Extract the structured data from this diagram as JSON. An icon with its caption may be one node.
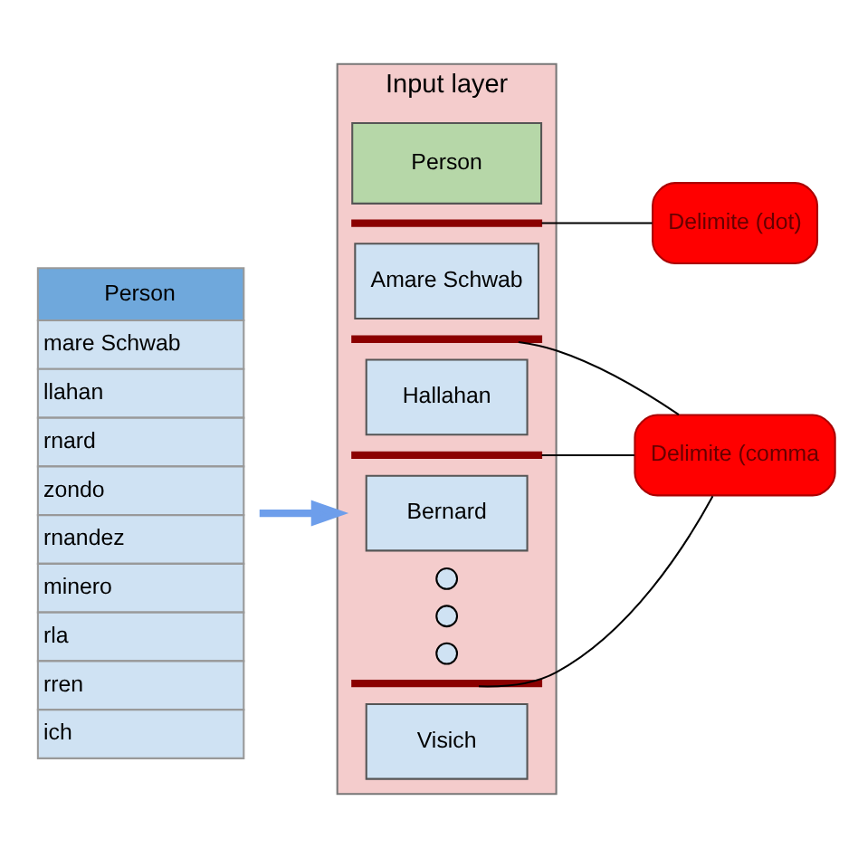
{
  "diagram": {
    "nodes": [
      {
        "text": [
          "Person",
          "mare Schwab",
          "llahan",
          "rnard",
          "zondo",
          "rnandez",
          "minero",
          "rla",
          "rren",
          "ich"
        ]
      },
      {
        "text": [
          "Input layer"
        ]
      },
      {
        "text": [
          "Person"
        ],
        "in": 1
      },
      {
        "text": [],
        "shape": "bar",
        "in": 1
      },
      {
        "text": [
          "Amare Schwab"
        ],
        "in": 1
      },
      {
        "text": [],
        "shape": "bar",
        "in": 1
      },
      {
        "text": [
          "Hallahan"
        ],
        "in": 1
      },
      {
        "text": [],
        "shape": "bar",
        "in": 1
      },
      {
        "text": [
          "Bernard"
        ],
        "in": 1
      },
      {
        "text": [],
        "shape": "circle",
        "in": 1
      },
      {
        "text": [],
        "shape": "circle",
        "in": 1
      },
      {
        "text": [],
        "shape": "circle",
        "in": 1
      },
      {
        "text": [],
        "shape": "bar",
        "in": 1
      },
      {
        "text": [
          "Visich"
        ],
        "in": 1
      },
      {
        "text": [
          "Delimite (dot)"
        ]
      },
      {
        "text": [
          "Delimite (comma"
        ]
      }
    ],
    "edges": [
      {
        "from": 0,
        "to": 1,
        "arrow": "to",
        "style": "thick",
        "color": "#6d9eeb"
      },
      {
        "from": 3,
        "to": 14,
        "arrow": "none"
      },
      {
        "from": 5,
        "to": 15,
        "arrow": "none"
      },
      {
        "from": 7,
        "to": 15,
        "arrow": "none"
      },
      {
        "from": 12,
        "to": 15,
        "arrow": "none"
      }
    ]
  }
}
